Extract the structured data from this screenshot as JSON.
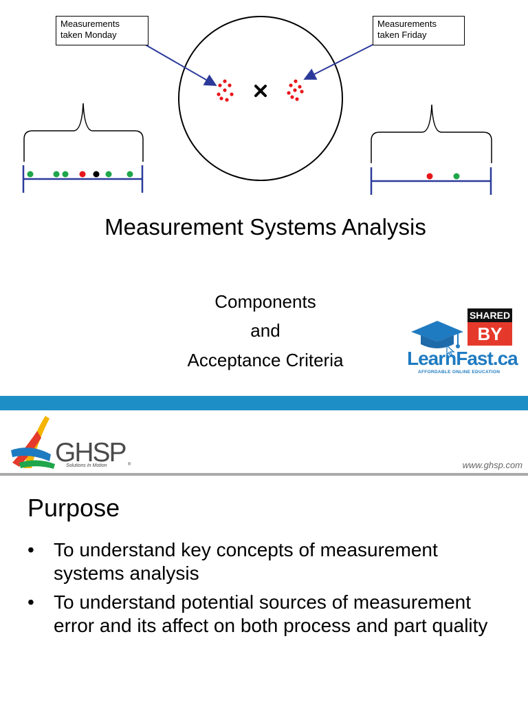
{
  "diagram": {
    "callout_left": "Measurements\ntaken Monday",
    "callout_right": "Measurements\ntaken Friday"
  },
  "title": "Measurement Systems Analysis",
  "subtitle": {
    "line1": "Components",
    "line2": "and",
    "line3": "Acceptance Criteria"
  },
  "badge": {
    "top": "SHARED",
    "mid": "BY",
    "brand": "LearnFast.ca",
    "tagline": "AFFORDABLE ONLINE EDUCATION"
  },
  "logo": {
    "name": "GHSP",
    "tagline": "Solutions In Motion"
  },
  "url": "www.ghsp.com",
  "purpose": {
    "heading": "Purpose",
    "bullets": [
      "To understand key concepts of measurement systems analysis",
      "To understand potential sources of measurement error and its affect on both process and part quality"
    ]
  },
  "colors": {
    "dot_red": "#e8161b",
    "dot_green": "#1fa64a",
    "arrow": "#2b3a9a",
    "stripe": "#1e8fc6",
    "badge_red": "#e53a2b",
    "brand_blue": "#1f7bc1",
    "brand_orange": "#f0702b"
  }
}
